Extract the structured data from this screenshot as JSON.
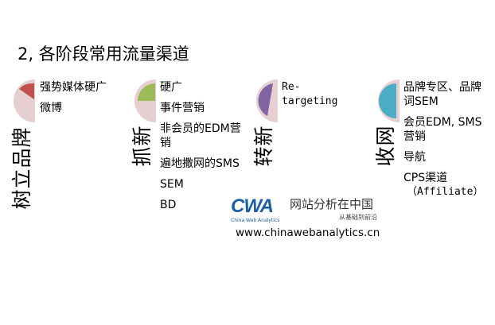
{
  "title": "2, 各阶段常用流量渠道",
  "colors": {
    "pie_bg": "#e6cfd0",
    "stage1": "#c0504d",
    "stage2": "#9bbb59",
    "stage3": "#8064a2",
    "stage4": "#4bacc6",
    "logo": "#1a5fa8"
  },
  "stages": [
    {
      "label": "树立品牌",
      "items": [
        "强势媒体硬广",
        "微博"
      ]
    },
    {
      "label": "抓新",
      "items": [
        "硬广",
        "事件营销",
        "非会员的EDM营销",
        "遍地撒网的SMS",
        "SEM",
        "BD"
      ]
    },
    {
      "label": "转新",
      "items": [
        "Re-targeting"
      ]
    },
    {
      "label": "收网",
      "items": [
        "品牌专区、品牌词SEM",
        "会员EDM, SMS营销",
        "导航",
        "CPS渠道",
        "（Affiliate）"
      ]
    }
  ],
  "logo": {
    "mark": "CWA",
    "subtitle": "China Web Analytics",
    "cn": "网站分析在中国",
    "tagline": "从基础到前沿"
  },
  "url": "www.chinawebanalytics.cn"
}
